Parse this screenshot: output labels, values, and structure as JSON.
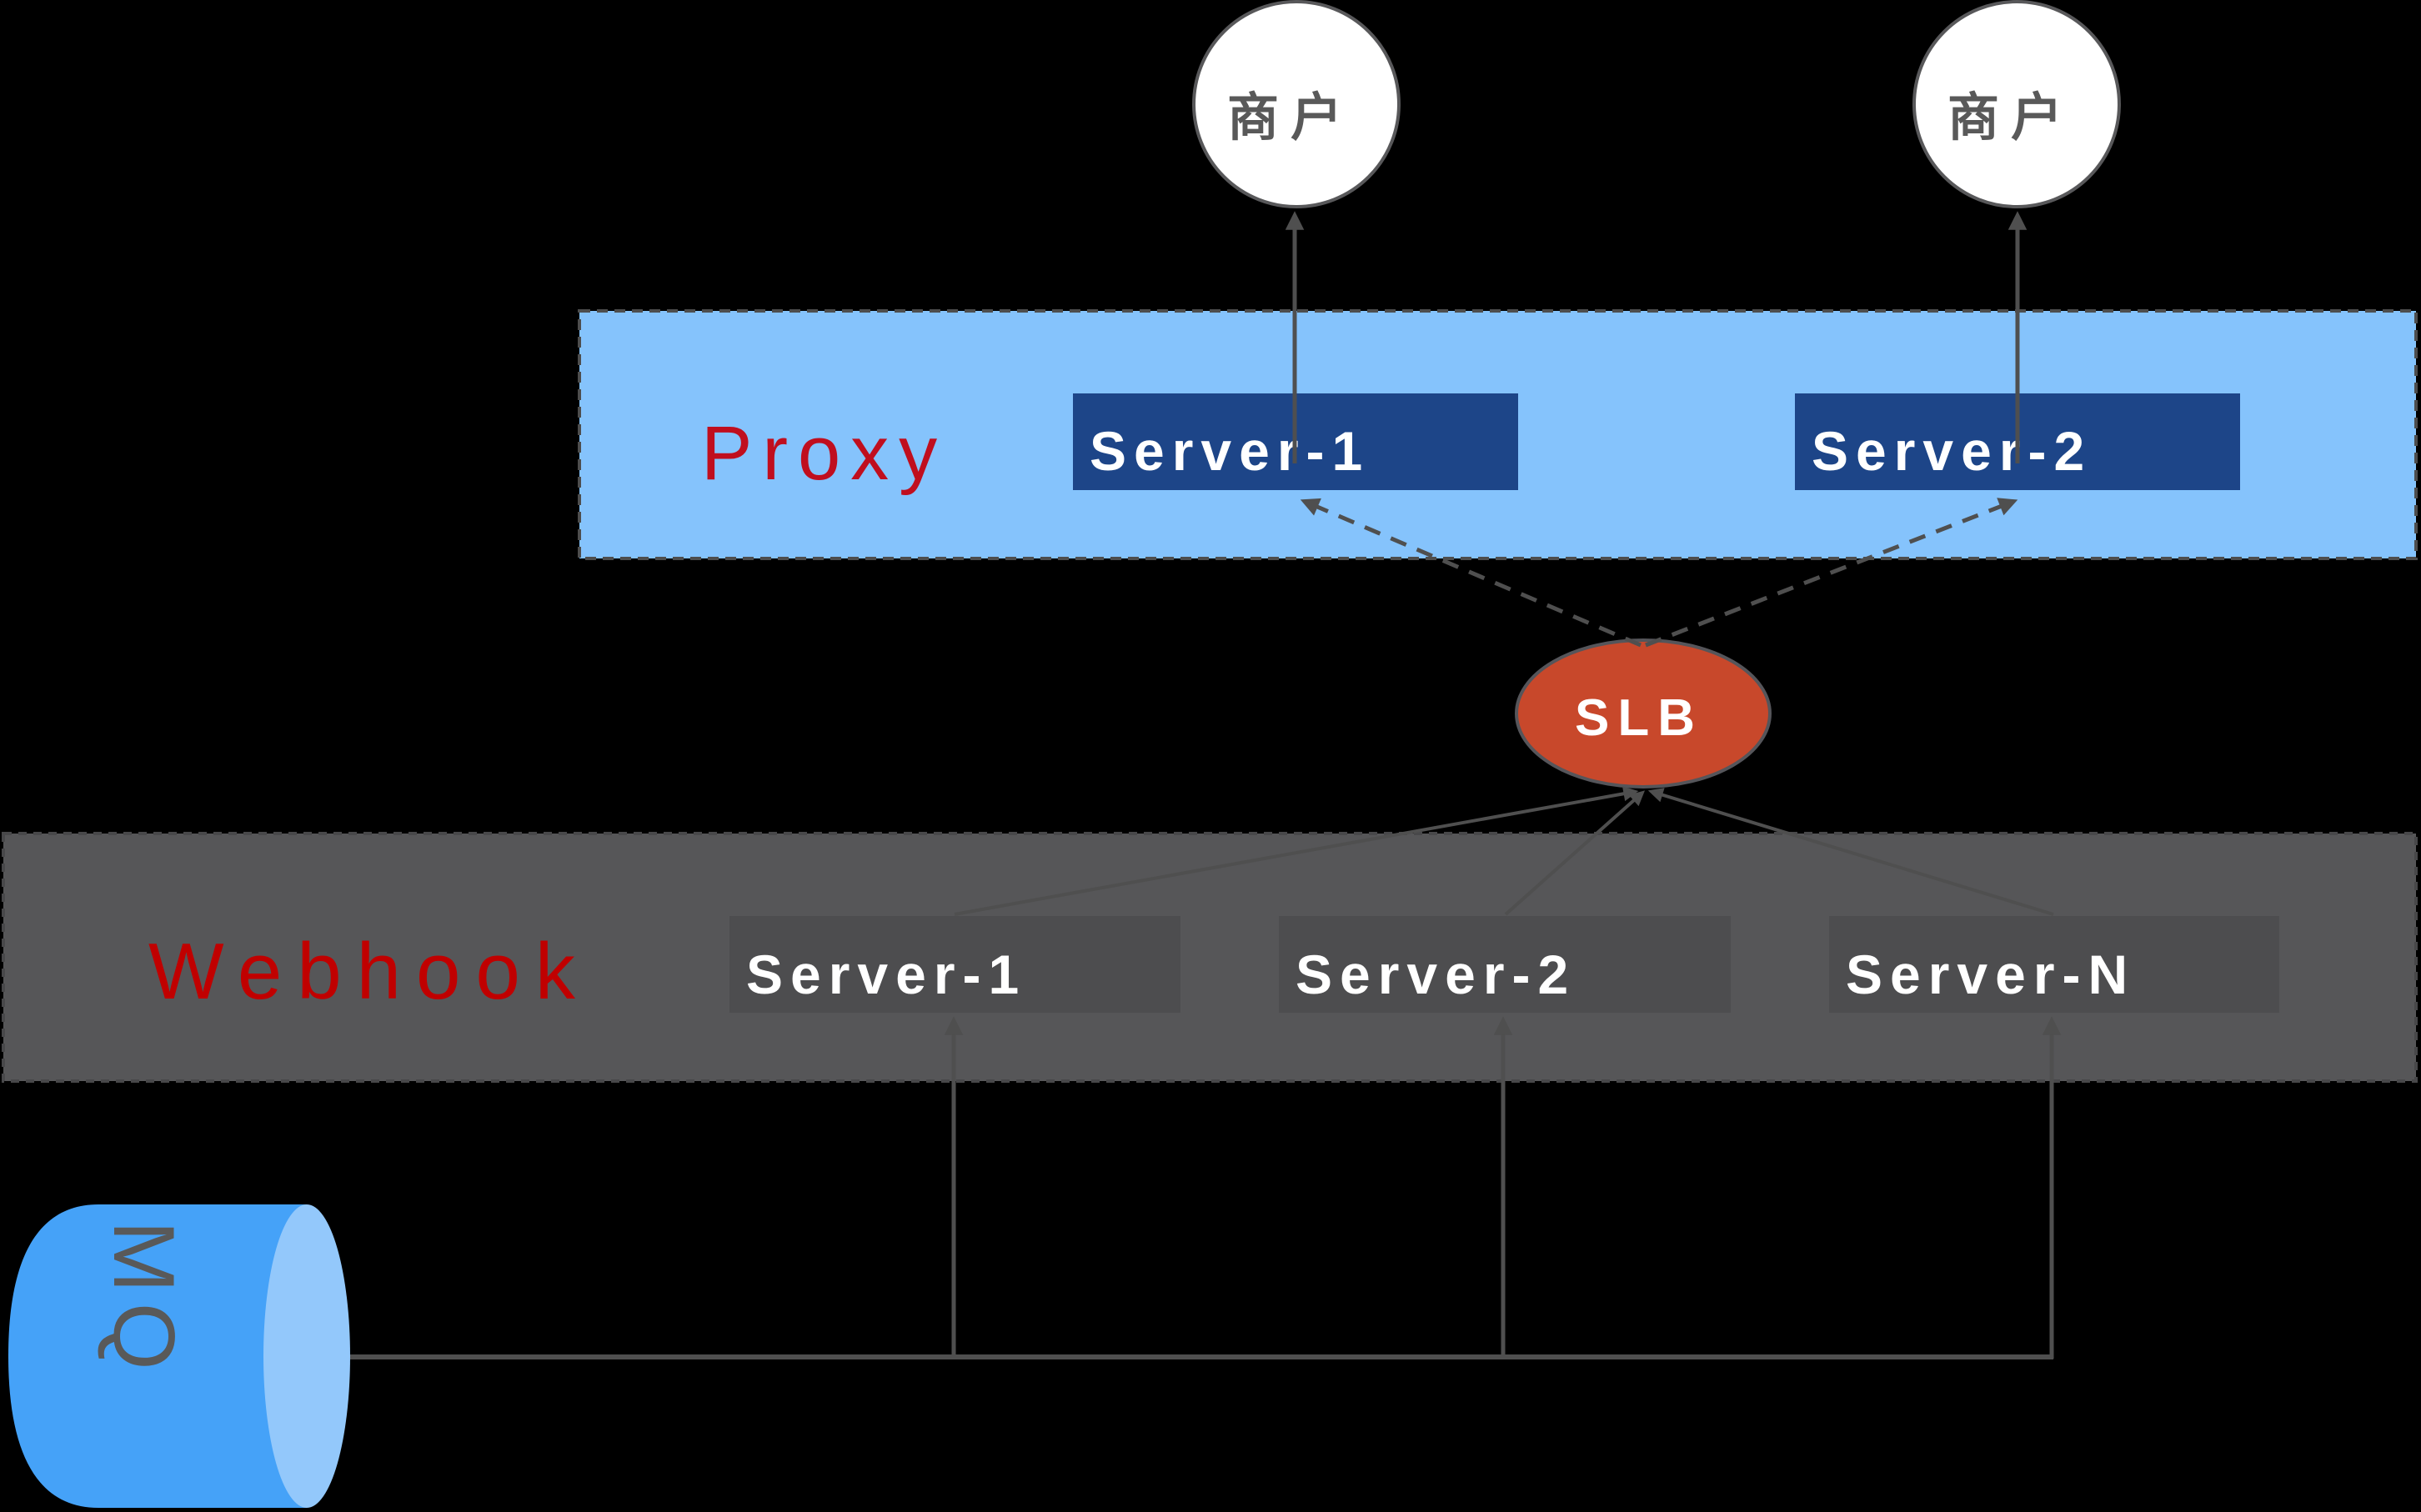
{
  "title": "MQ → Webhook → SLB → Proxy → Merchant architecture diagram",
  "merchants": [
    {
      "label": "商户"
    },
    {
      "label": "商户"
    }
  ],
  "proxy": {
    "label": "Proxy",
    "servers": [
      {
        "label": "Server-1"
      },
      {
        "label": "Server-2"
      }
    ]
  },
  "slb": {
    "label": "SLB"
  },
  "webhook": {
    "label": "Webhook",
    "servers": [
      {
        "label": "Server-1"
      },
      {
        "label": "Server-2"
      },
      {
        "label": "Server-N"
      }
    ]
  },
  "mq": {
    "label": "MQ"
  },
  "colors": {
    "background": "#000000",
    "proxy_band": "#85C3FC",
    "proxy_band_border": "#4D4D4D",
    "proxy_server_box": "#1D4588",
    "proxy_label": "#C00E1E",
    "webhook_band": "#565658",
    "webhook_band_border": "#48484A",
    "webhook_server_box": "#4D4D4F",
    "webhook_label": "#C00000",
    "slb_fill": "#C8482B",
    "node_border": "#58585A",
    "merchant_fill": "#FFFFFF",
    "merchant_text": "#595959",
    "server_text": "#FFFFFF",
    "line": "#4F4F4F",
    "mq_body": "#45A2F8",
    "mq_cap": "#93C8FB",
    "mq_text": "#595959"
  }
}
